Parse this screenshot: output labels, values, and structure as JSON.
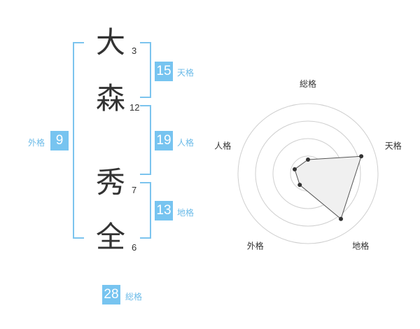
{
  "name": {
    "chars": [
      {
        "char": "大",
        "strokes": "3"
      },
      {
        "char": "森",
        "strokes": "12"
      },
      {
        "char": "秀",
        "strokes": "7"
      },
      {
        "char": "全",
        "strokes": "6"
      }
    ]
  },
  "fortune": {
    "tenkaku": {
      "value": "15",
      "label": "天格"
    },
    "jinkaku": {
      "value": "19",
      "label": "人格"
    },
    "chikaku": {
      "value": "13",
      "label": "地格"
    },
    "gaikaku": {
      "value": "9",
      "label": "外格"
    },
    "soukaku": {
      "value": "28",
      "label": "総格"
    }
  },
  "chart_data": {
    "type": "radar",
    "axes": [
      "総格",
      "天格",
      "地格",
      "外格",
      "人格"
    ],
    "values": [
      1,
      4,
      4,
      1,
      1
    ],
    "max": 5,
    "rings": 4,
    "colors": {
      "fill": "#f0f0f0",
      "line": "#555555",
      "point": "#333333",
      "ring": "#cfcfcf",
      "center": "#cccccc"
    }
  }
}
